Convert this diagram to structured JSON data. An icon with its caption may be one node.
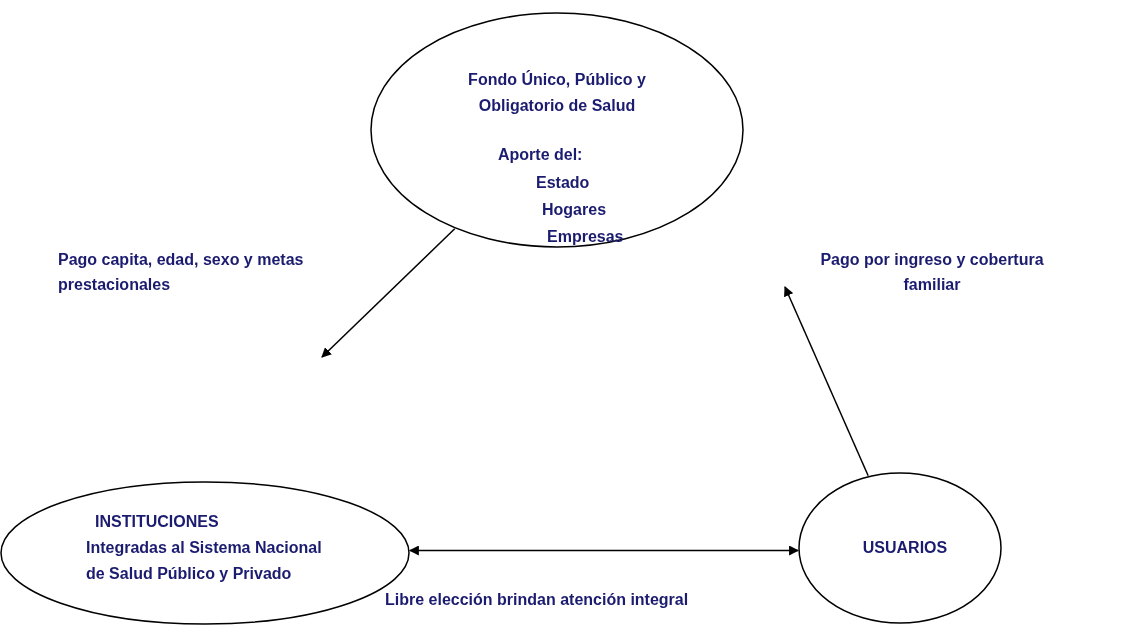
{
  "diagram": {
    "nodes": [
      {
        "text": [
          "Fondo Único, Público y Obligatorio de Salud",
          "Aporte del:",
          "Estado",
          "Hogares",
          "Empresas"
        ]
      },
      {
        "text": [
          "INSTITUCIONES",
          "Integradas al Sistema Nacional de Salud Público y Privado"
        ]
      },
      {
        "text": [
          "USUARIOS"
        ]
      }
    ],
    "edges": [
      {
        "from": 0,
        "to": null,
        "arrow": "to",
        "label": "Pago capita, edad, sexo y metas prestacionales"
      },
      {
        "from": 2,
        "to": null,
        "arrow": "to",
        "label": "Pago por ingreso y cobertura familiar"
      },
      {
        "from": 1,
        "to": 2,
        "arrow": "both",
        "label": "Libre elección brindan atención integral"
      }
    ]
  }
}
